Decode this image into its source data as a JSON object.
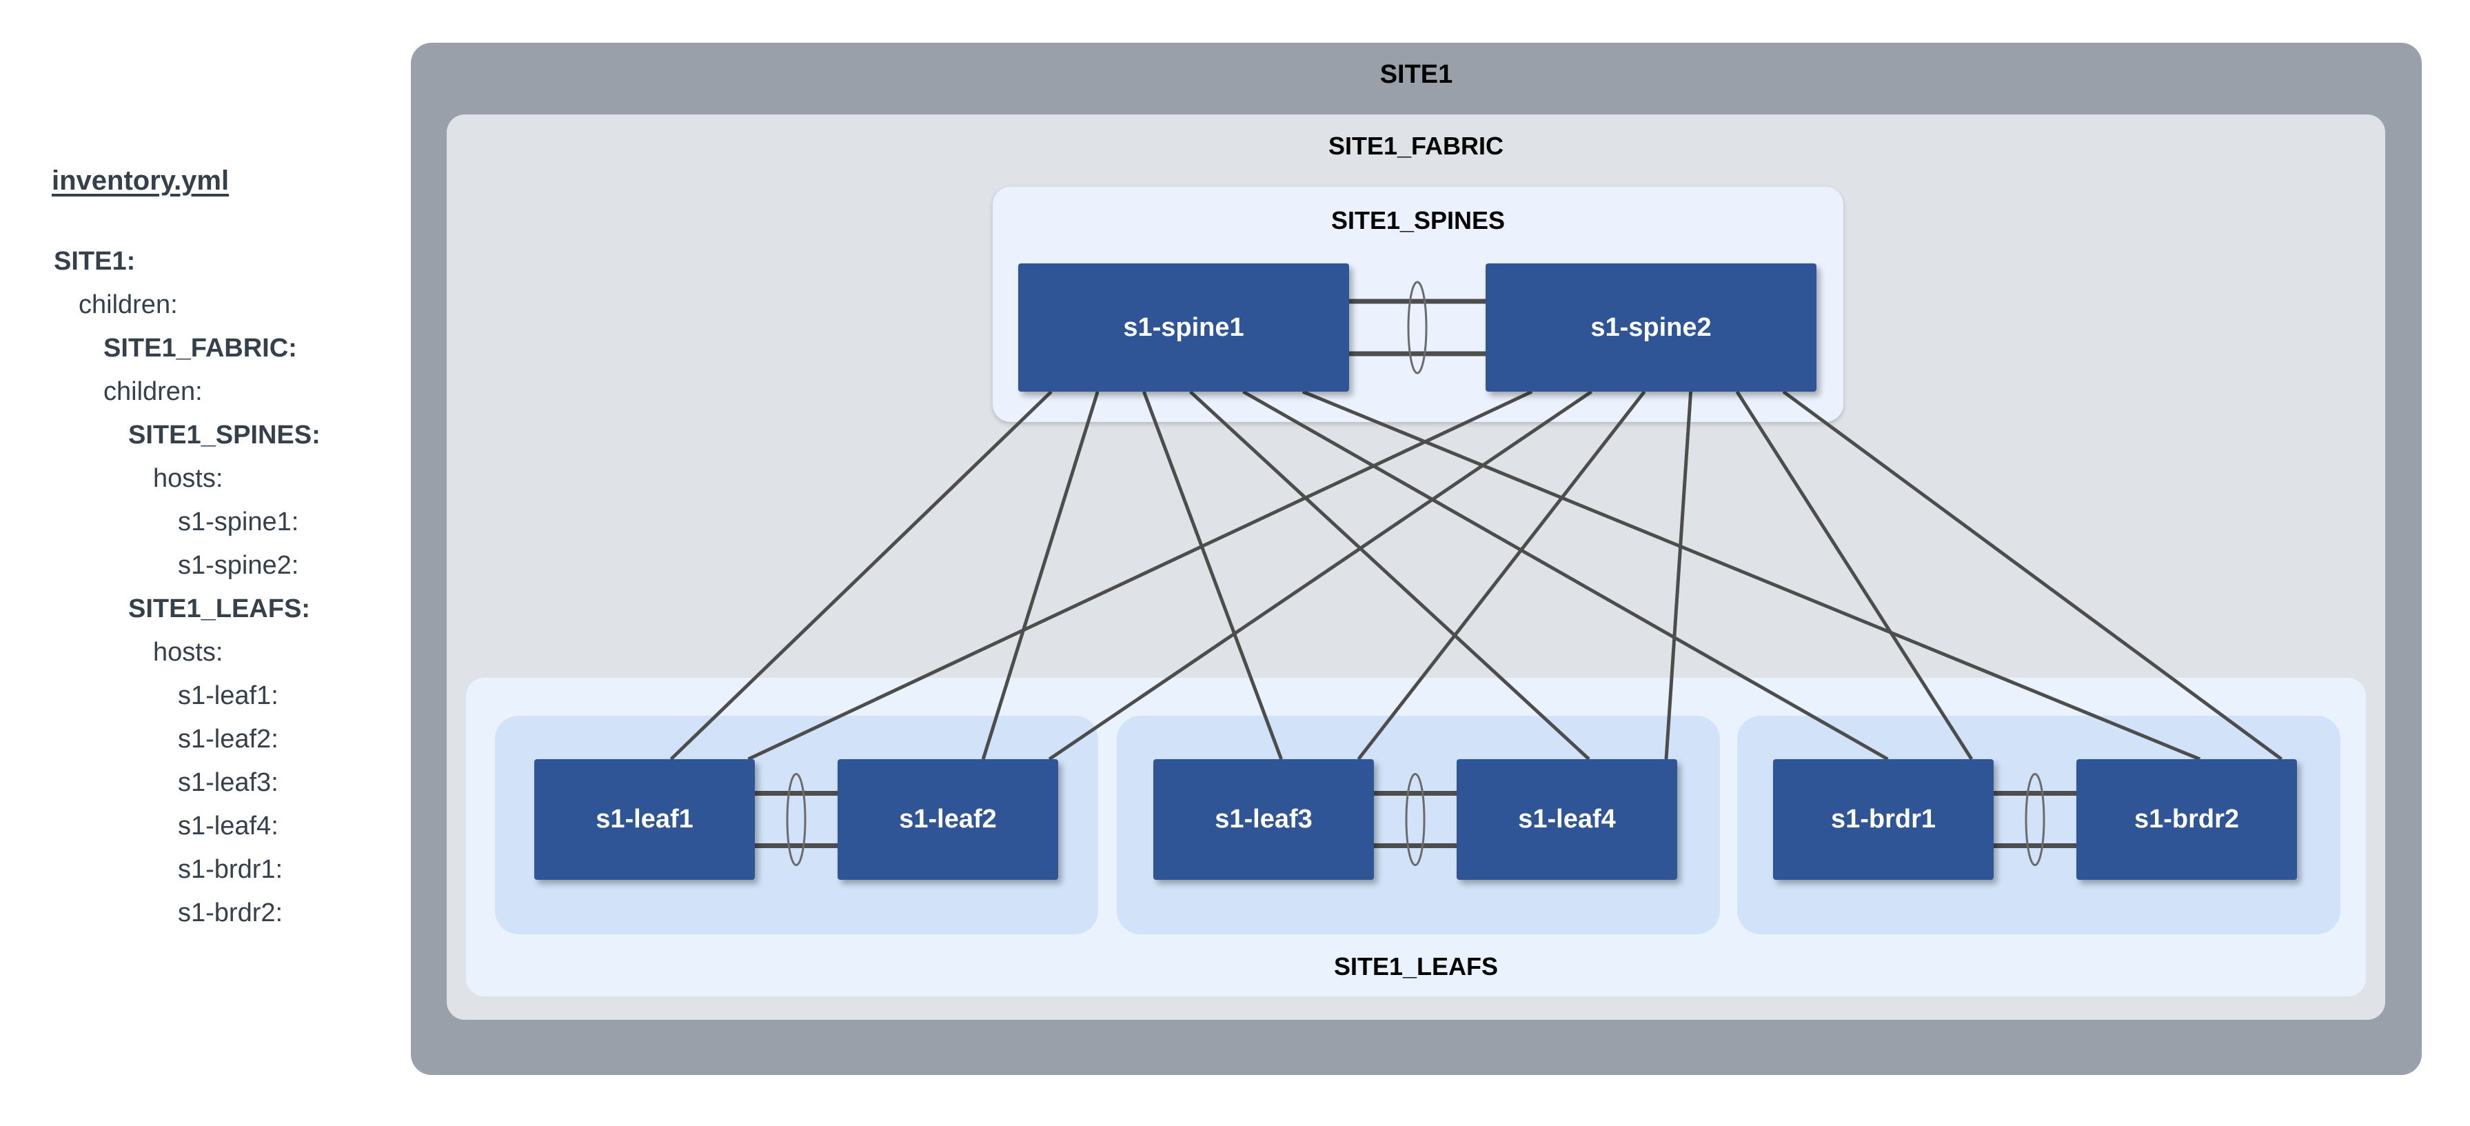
{
  "sidebar": {
    "file_title": "inventory.yml",
    "yaml_lines": [
      {
        "text": "SITE1:",
        "indent": 0,
        "bold": true
      },
      {
        "text": "children:",
        "indent": 1,
        "bold": false
      },
      {
        "text": "SITE1_FABRIC:",
        "indent": 2,
        "bold": true
      },
      {
        "text": "children:",
        "indent": 2,
        "bold": false
      },
      {
        "text": "SITE1_SPINES:",
        "indent": 3,
        "bold": true
      },
      {
        "text": "hosts:",
        "indent": 4,
        "bold": false
      },
      {
        "text": "s1-spine1:",
        "indent": 5,
        "bold": false
      },
      {
        "text": "s1-spine2:",
        "indent": 5,
        "bold": false
      },
      {
        "text": "SITE1_LEAFS:",
        "indent": 3,
        "bold": true
      },
      {
        "text": "hosts:",
        "indent": 4,
        "bold": false
      },
      {
        "text": "s1-leaf1:",
        "indent": 5,
        "bold": false
      },
      {
        "text": "s1-leaf2:",
        "indent": 5,
        "bold": false
      },
      {
        "text": "s1-leaf3:",
        "indent": 5,
        "bold": false
      },
      {
        "text": "s1-leaf4:",
        "indent": 5,
        "bold": false
      },
      {
        "text": "s1-brdr1:",
        "indent": 5,
        "bold": false
      },
      {
        "text": "s1-brdr2:",
        "indent": 5,
        "bold": false
      }
    ]
  },
  "diagram": {
    "groups": {
      "site1": {
        "label": "SITE1",
        "color": "#9aa0aa"
      },
      "fabric": {
        "label": "SITE1_FABRIC",
        "color": "#dfe2e6"
      },
      "spines": {
        "label": "SITE1_SPINES",
        "color": "#ebf2fd"
      },
      "leafs": {
        "label": "SITE1_LEAFS",
        "color": "#eaf2fd"
      },
      "pair_color": "#d2e3f9"
    },
    "node_color": "#2f5597",
    "node_text_color": "#ffffff",
    "link_color": "#4d4d4d",
    "nodes": {
      "spine1": "s1-spine1",
      "spine2": "s1-spine2",
      "leaf1": "s1-leaf1",
      "leaf2": "s1-leaf2",
      "leaf3": "s1-leaf3",
      "leaf4": "s1-leaf4",
      "brdr1": "s1-brdr1",
      "brdr2": "s1-brdr2"
    },
    "peer_links": [
      {
        "a": "s1-spine1",
        "b": "s1-spine2",
        "type": "mlag-peer-link"
      },
      {
        "a": "s1-leaf1",
        "b": "s1-leaf2",
        "type": "mlag-peer-link"
      },
      {
        "a": "s1-leaf3",
        "b": "s1-leaf4",
        "type": "mlag-peer-link"
      },
      {
        "a": "s1-brdr1",
        "b": "s1-brdr2",
        "type": "mlag-peer-link"
      }
    ],
    "fabric_links": [
      {
        "spine": "s1-spine1",
        "leaf": "s1-leaf1"
      },
      {
        "spine": "s1-spine1",
        "leaf": "s1-leaf2"
      },
      {
        "spine": "s1-spine1",
        "leaf": "s1-leaf3"
      },
      {
        "spine": "s1-spine1",
        "leaf": "s1-leaf4"
      },
      {
        "spine": "s1-spine1",
        "leaf": "s1-brdr1"
      },
      {
        "spine": "s1-spine1",
        "leaf": "s1-brdr2"
      },
      {
        "spine": "s1-spine2",
        "leaf": "s1-leaf1"
      },
      {
        "spine": "s1-spine2",
        "leaf": "s1-leaf2"
      },
      {
        "spine": "s1-spine2",
        "leaf": "s1-leaf3"
      },
      {
        "spine": "s1-spine2",
        "leaf": "s1-leaf4"
      },
      {
        "spine": "s1-spine2",
        "leaf": "s1-brdr1"
      },
      {
        "spine": "s1-spine2",
        "leaf": "s1-brdr2"
      }
    ]
  }
}
